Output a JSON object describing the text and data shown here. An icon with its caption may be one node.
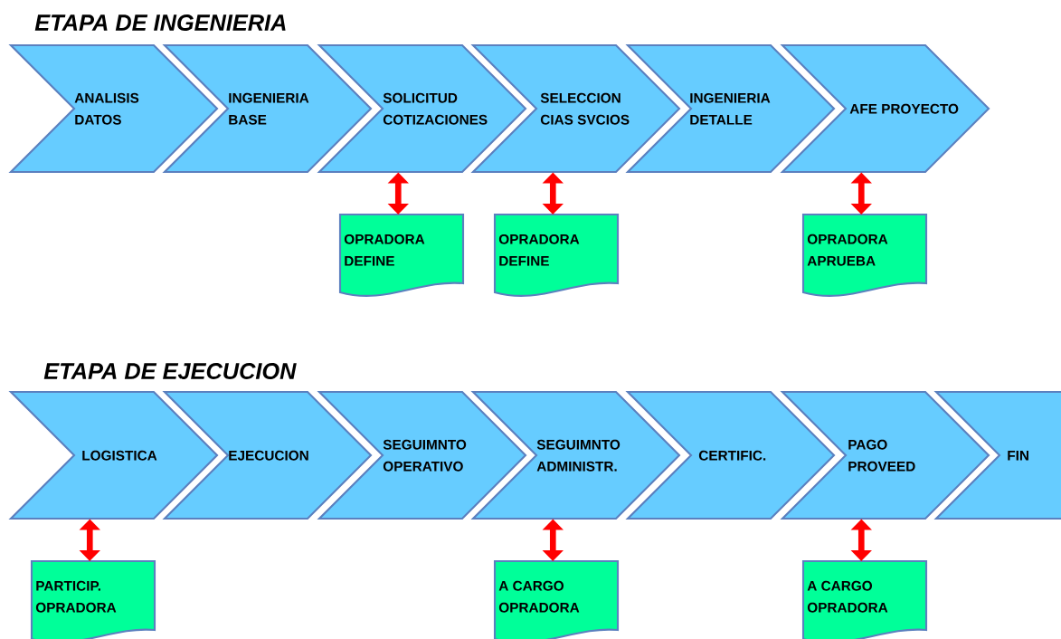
{
  "diagram": {
    "nodes": [
      {
        "text": [
          "ANALISIS DATOS"
        ]
      },
      {
        "text": [
          "INGENIERIA BASE"
        ]
      },
      {
        "text": [
          "SOLICITUD COTIZACIONES"
        ]
      },
      {
        "text": [
          "SELECCION CIAS SVCIOS"
        ]
      },
      {
        "text": [
          "INGENIERIA DETALLE"
        ]
      },
      {
        "text": [
          "AFE PROYECTO"
        ]
      },
      {
        "text": [
          "OPRADORA DEFINE"
        ]
      },
      {
        "text": [
          "OPRADORA DEFINE"
        ]
      },
      {
        "text": [
          "OPRADORA APRUEBA"
        ]
      },
      {
        "text": [
          "LOGISTICA"
        ]
      },
      {
        "text": [
          "EJECUCION"
        ]
      },
      {
        "text": [
          "SEGUIMNTO OPERATIVO"
        ]
      },
      {
        "text": [
          "SEGUIMNTO ADMINISTR."
        ]
      },
      {
        "text": [
          "CERTIFIC."
        ]
      },
      {
        "text": [
          "PAGO PROVEED"
        ]
      },
      {
        "text": [
          "FIN"
        ]
      },
      {
        "text": [
          "PARTICIP. OPRADORA"
        ]
      },
      {
        "text": [
          "A CARGO OPRADORA"
        ]
      },
      {
        "text": [
          "A CARGO OPRADORA"
        ]
      }
    ],
    "edges": [
      {
        "from": 2,
        "to": 6,
        "arrow": "both"
      },
      {
        "from": 3,
        "to": 7,
        "arrow": "both"
      },
      {
        "from": 5,
        "to": 8,
        "arrow": "both"
      },
      {
        "from": 9,
        "to": 16,
        "arrow": "both"
      },
      {
        "from": 12,
        "to": 17,
        "arrow": "both"
      },
      {
        "from": 14,
        "to": 18,
        "arrow": "both"
      }
    ],
    "labels": [
      "ETAPA DE INGENIERIA",
      "ETAPA DE EJECUCION"
    ]
  }
}
